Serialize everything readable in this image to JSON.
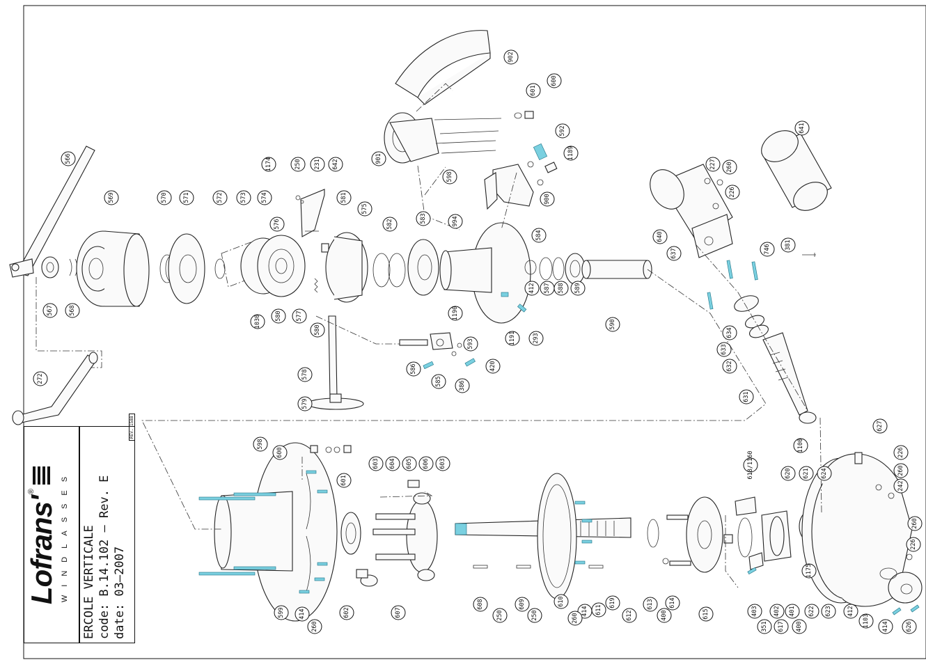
{
  "brand": {
    "logo": "Lofrans'",
    "registered": "®",
    "tagline": "WINDLASSES",
    "stamp": "REV. 1588"
  },
  "title_block": {
    "model": "ERCOLE VERTICALE",
    "code_line": "code: B.14.102 – Rev. E",
    "date_line": "date: 03–2007"
  },
  "parts": [
    "566",
    "567",
    "568",
    "569",
    "570",
    "571",
    "572",
    "573",
    "574",
    "575",
    "576",
    "577",
    "578",
    "579",
    "580",
    "581",
    "582",
    "583",
    "584",
    "585",
    "586",
    "587",
    "588",
    "589",
    "590",
    "592",
    "593",
    "598",
    "599",
    "600",
    "601",
    "602",
    "603",
    "604",
    "605",
    "606",
    "607",
    "608",
    "609",
    "610",
    "611",
    "612",
    "613",
    "614",
    "615",
    "617",
    "618/1160",
    "619",
    "620",
    "621",
    "622",
    "623",
    "624",
    "626",
    "627",
    "631",
    "632",
    "633",
    "634",
    "637",
    "640",
    "641",
    "642",
    "900",
    "901",
    "902",
    "994",
    "1030",
    "1100",
    "1103",
    "1174",
    "1175",
    "1189",
    "1190",
    "1191",
    "226",
    "227",
    "231",
    "242",
    "250",
    "260",
    "272",
    "293",
    "351",
    "381",
    "386",
    "400",
    "401",
    "402",
    "403",
    "412",
    "414",
    "420",
    "746"
  ]
}
